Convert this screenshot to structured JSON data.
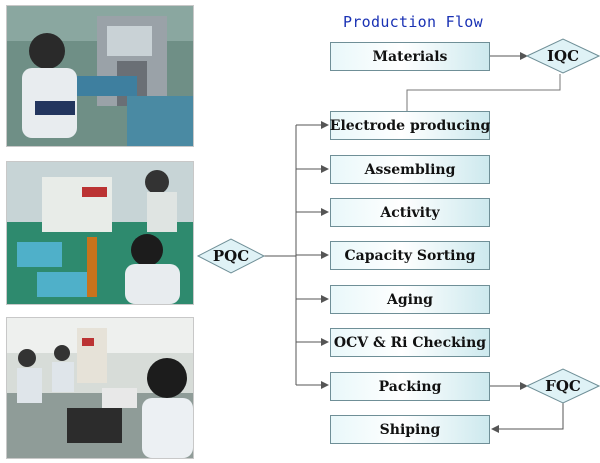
{
  "title": "Production Flow",
  "steps": [
    "Materials",
    "Electrode producing",
    "Assembling",
    "Activity",
    "Capacity Sorting",
    "Aging",
    "OCV & Ri Checking",
    "Packing",
    "Shiping"
  ],
  "checkpoints": {
    "iqc": "IQC",
    "pqc": "PQC",
    "fqc": "FQC"
  },
  "colors": {
    "title": "#1a32b4",
    "box_border": "#6f8f97",
    "diamond_fill": "#dff2f6",
    "line": "#555555"
  }
}
